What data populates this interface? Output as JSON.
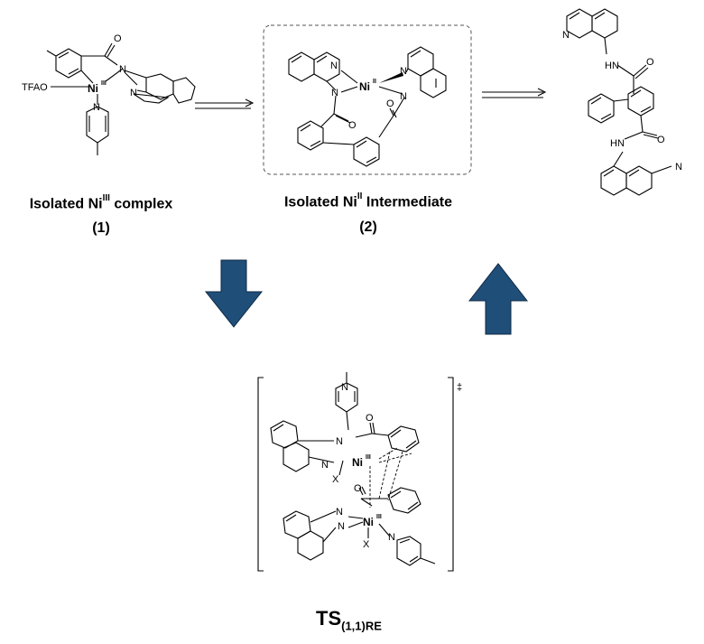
{
  "compounds": {
    "c1": {
      "caption_a": "Isolated Ni",
      "caption_sup": "III",
      "caption_b": " complex",
      "number": "(1)",
      "atoms": {
        "tfao": "TFAO",
        "ni": "Ni",
        "ni_ox": "III",
        "o": "O",
        "n1": "N",
        "n2": "N",
        "n3": "N"
      }
    },
    "c2": {
      "caption_a": "Isolated Ni",
      "caption_sup": "II",
      "caption_b": " Intermediate",
      "number": "(2)",
      "atoms": {
        "ni": "Ni",
        "ni_ox": "II",
        "n1": "N",
        "n2": "N",
        "n3": "N",
        "n4": "N",
        "o1": "O",
        "o2": "O"
      }
    },
    "product": {
      "atoms": {
        "n_top": "N",
        "hn_top": "H",
        "hn_top_n": "N",
        "o_top": "O",
        "o_bot": "O",
        "hn_bot": "HN",
        "n_bot": "N"
      }
    },
    "ts": {
      "label_main": "TS",
      "label_sub": "(1,1)RE",
      "double_dagger": "‡",
      "atoms": {
        "ni1": "Ni",
        "ni1_ox": "III",
        "ni2": "Ni",
        "ni2_ox": "III",
        "x1": "X",
        "x2": "X",
        "n1": "N",
        "n2": "N",
        "n3": "N",
        "n4": "N",
        "n5": "N",
        "n6": "N",
        "o1": "O",
        "o2": "O"
      }
    }
  },
  "colors": {
    "arrow_fill": "#1f4e79",
    "arrow_stroke": "#0f2a44",
    "box_dash": "#555555"
  }
}
